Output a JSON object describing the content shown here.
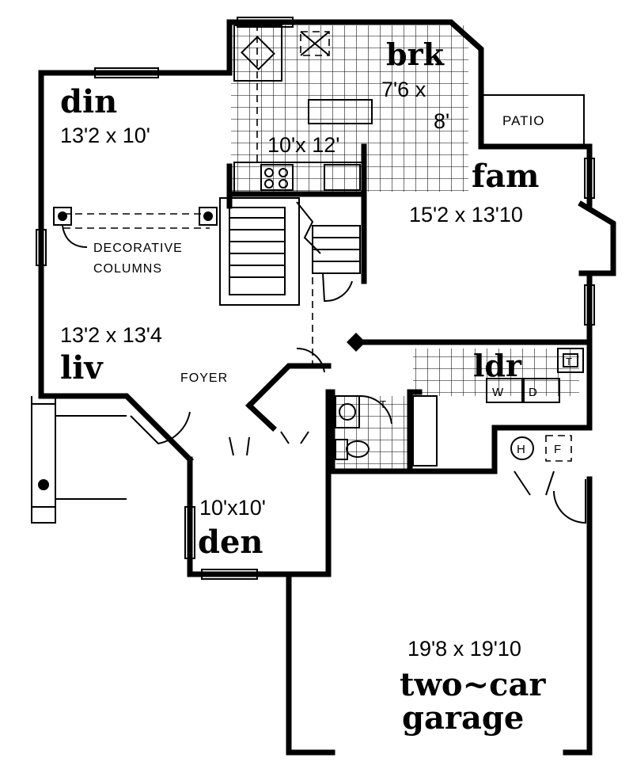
{
  "rooms": {
    "breakfast": {
      "name": "brk",
      "dim_line1": "7'6 x",
      "dim_line2": "8'"
    },
    "patio": {
      "name": "PATIO"
    },
    "dining": {
      "name": "din",
      "dim": "13'2 x 10'"
    },
    "kitchen": {
      "dim": "10'x 12'"
    },
    "family": {
      "name": "fam",
      "dim": "15'2 x 13'10"
    },
    "living": {
      "name": "liv",
      "dim": "13'2 x 13'4"
    },
    "foyer": {
      "name": "FOYER"
    },
    "laundry": {
      "name": "ldr",
      "washer": "W",
      "dryer": "D",
      "tub": "T"
    },
    "den": {
      "name": "den",
      "dim": "10'x10'"
    },
    "mechanical": {
      "heater": "H",
      "furnace": "F"
    },
    "bath": {
      "tub": "T"
    },
    "garage": {
      "name_line1": "two~car",
      "name_line2": "garage",
      "dim": "19'8 x 19'10"
    }
  },
  "annotations": {
    "columns_line1": "DECORATIVE",
    "columns_line2": "COLUMNS"
  }
}
